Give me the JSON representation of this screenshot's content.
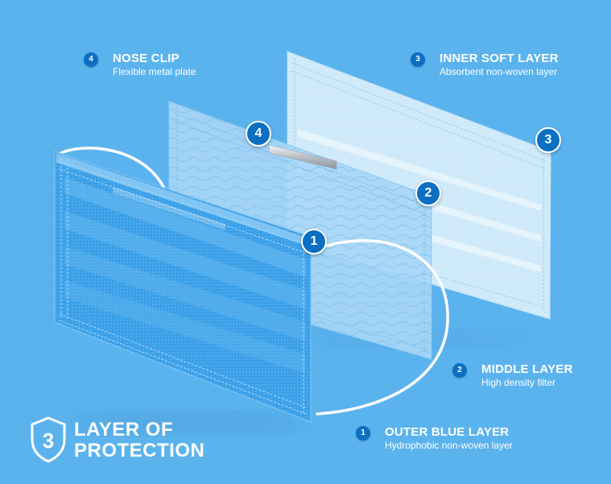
{
  "title": {
    "number": "3",
    "line1": "LAYER OF",
    "line2": "PROTECTION"
  },
  "labels": [
    {
      "number": "4",
      "title": "NOSE CLIP",
      "subtitle": "Flexible metal plate"
    },
    {
      "number": "3",
      "title": "INNER SOFT LAYER",
      "subtitle": "Absorbent non-woven layer"
    },
    {
      "number": "2",
      "title": "MIDDLE LAYER",
      "subtitle": "High density filter"
    },
    {
      "number": "1",
      "title": "OUTER BLUE LAYER",
      "subtitle": "Hydrophobic non-woven layer"
    }
  ],
  "markers": [
    "4",
    "3",
    "2",
    "1"
  ],
  "colors": {
    "background": "#5bb3ee",
    "outer_layer": "#3a9fe6",
    "middle_layer": "#a9d8f7",
    "inner_layer": "#d3ebfb",
    "badge": "#0b6fc2",
    "ear_loop": "#ffffff",
    "nose_clip": "#c9ced3"
  },
  "icons": {
    "shield": "shield-outline-icon"
  }
}
